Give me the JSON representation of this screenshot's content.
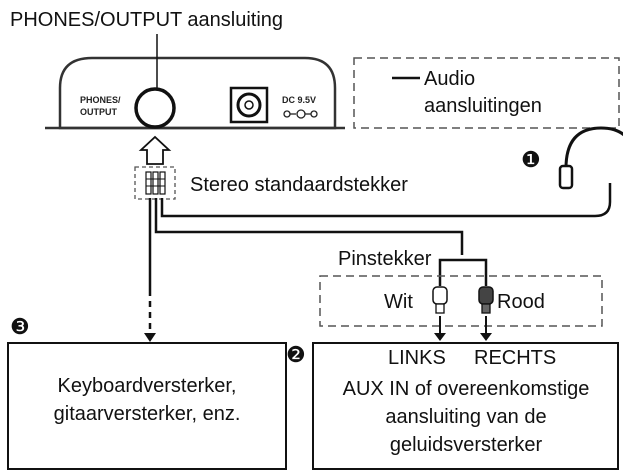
{
  "labels": {
    "phones_output_connector": "PHONES/OUTPUT aansluiting",
    "jack_label_line1": "PHONES/",
    "jack_label_line2": "OUTPUT",
    "dc_label_line1": "DC 9.5V",
    "legend_line1": "Audio",
    "legend_line2": "aansluitingen",
    "stereo_plug": "Stereo standaardstekker",
    "pin_plug": "Pinstekker",
    "white": "Wit",
    "red": "Rood",
    "left": "LINKS",
    "right": "RECHTS"
  },
  "markers": {
    "headphones": "❶",
    "audio_amp": "❷",
    "keyboard_amp": "❸"
  },
  "boxes": {
    "keyboard_amp_line1": "Keyboardversterker,",
    "keyboard_amp_line2": "gitaarversterker, enz.",
    "aux_line1": "AUX IN of overeenkomstige",
    "aux_line2": "aansluiting van de",
    "aux_line3": "geluidsversterker"
  },
  "colors": {
    "line": "#111111",
    "panel_stroke": "#333333",
    "red_plug": "#444444",
    "white_plug": "#ffffff"
  }
}
